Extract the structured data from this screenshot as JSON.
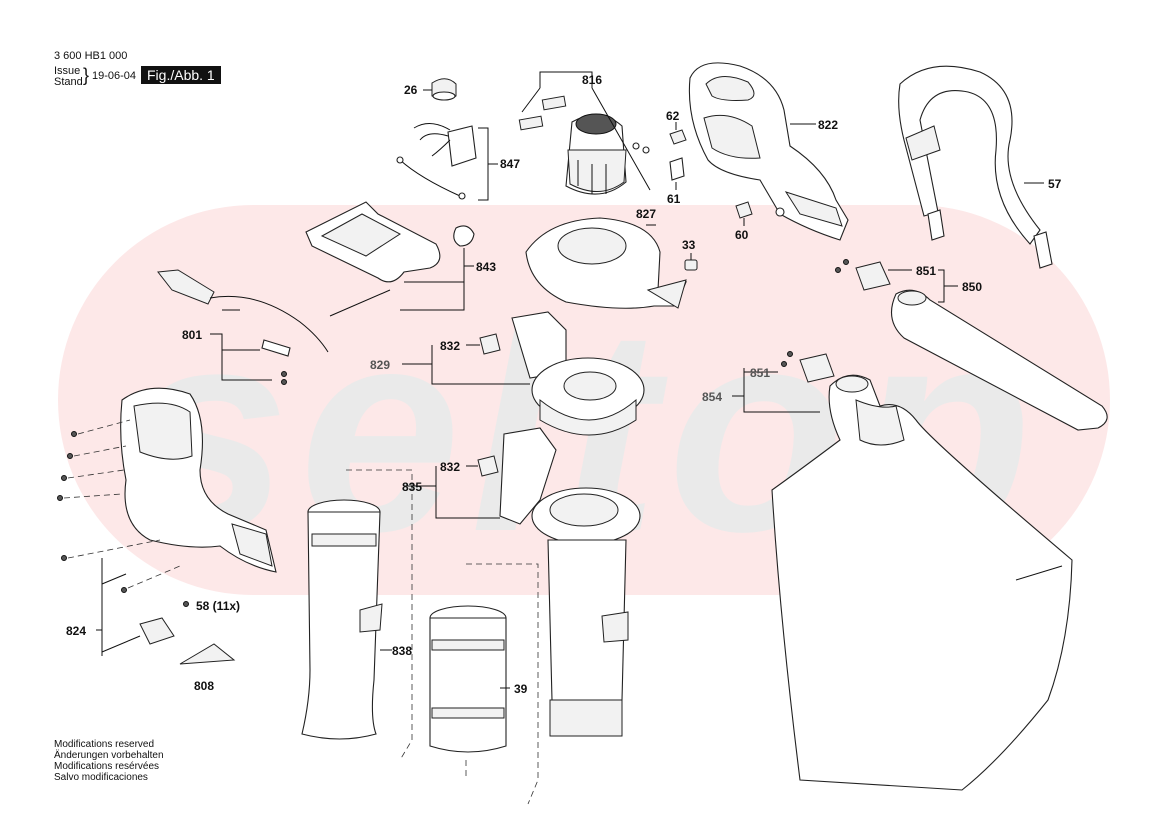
{
  "header": {
    "part_number": "3 600 HB1 000",
    "issue_label": "Issue",
    "stand_label": "Stand",
    "date": "19-06-04",
    "figure": "Fig./Abb. 1"
  },
  "watermark": "seltop",
  "callouts": {
    "c26": "26",
    "c816": "816",
    "c62": "62",
    "c822": "822",
    "c57": "57",
    "c847": "847",
    "c61": "61",
    "c827": "827",
    "c60": "60",
    "c33": "33",
    "c843": "843",
    "c851a": "851",
    "c850": "850",
    "c801": "801",
    "c832a": "832",
    "c829": "829",
    "c851b": "851",
    "c854": "854",
    "c832b": "832",
    "c835": "835",
    "c58": "58 (11x)",
    "c838": "838",
    "c824": "824",
    "c39": "39",
    "c808": "808"
  },
  "footer_notes": [
    "Modifications reserved",
    "Änderungen vorbehalten",
    "Modifications resérvées",
    "Salvo modificaciones"
  ]
}
